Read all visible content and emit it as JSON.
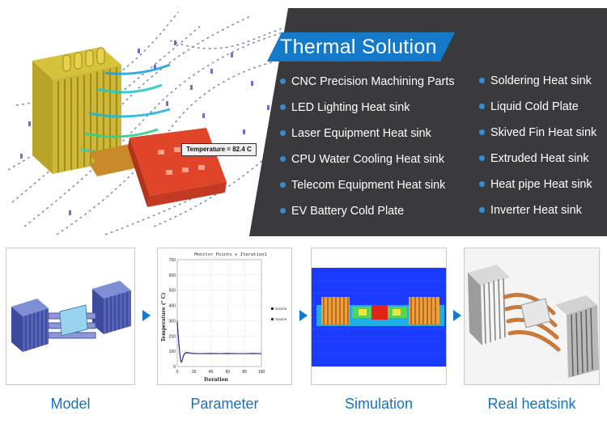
{
  "header": {
    "title": "Thermal Solution"
  },
  "simulation_label": "Temperature = 82.4 C",
  "left_items": [
    "CNC Precision Machining Parts",
    "LED Lighting Heat sink",
    "Laser Equipment Heat sink",
    "CPU Water Cooling Heat sink",
    "Telecom Equipment Heat sink",
    "EV Battery Cold Plate"
  ],
  "right_items": [
    "Soldering Heat sink",
    "Liquid Cold Plate",
    "Skived Fin Heat sink",
    "Extruded Heat sink",
    "Heat pipe Heat sink",
    "Inverter Heat sink"
  ],
  "steps": [
    "Model",
    "Parameter",
    "Simulation",
    "Real heatsink"
  ],
  "chart": {
    "title": "Monitor Points v Iteration1",
    "ylabel": "Temperature (° C)",
    "xlabel": "Iteration",
    "yticks": [
      "700",
      "600",
      "500",
      "400",
      "300",
      "200",
      "100",
      "0"
    ],
    "xticks": [
      "0",
      "20",
      "40",
      "60",
      "80",
      "100"
    ],
    "legend": [
      "Source",
      "Source"
    ]
  },
  "chart_data": {
    "type": "line",
    "title": "Monitor Points v Iteration1",
    "xlabel": "Iteration",
    "ylabel": "Temperature (° C)",
    "xlim": [
      0,
      100
    ],
    "ylim": [
      0,
      700
    ],
    "series": [
      {
        "x": [
          0,
          1,
          2,
          3,
          4,
          5,
          6,
          7,
          8,
          9,
          10,
          12,
          14,
          16,
          20,
          25,
          30,
          40,
          50,
          60,
          70,
          80,
          90,
          100
        ],
        "y": [
          300,
          220,
          150,
          90,
          40,
          30,
          45,
          65,
          78,
          86,
          90,
          92,
          90,
          88,
          86,
          85,
          85,
          86,
          85,
          86,
          85,
          85,
          86,
          85
        ]
      },
      {
        "x": [
          0,
          1,
          2,
          3,
          4,
          5,
          6,
          7,
          8,
          9,
          10,
          12,
          14,
          16,
          20,
          25,
          30,
          40,
          50,
          60,
          70,
          80,
          90,
          100
        ],
        "y": [
          290,
          210,
          140,
          85,
          38,
          28,
          42,
          62,
          76,
          84,
          88,
          90,
          89,
          87,
          85,
          84,
          84,
          85,
          84,
          85,
          84,
          84,
          85,
          84
        ]
      }
    ]
  },
  "colors": {
    "accent": "#1479c8",
    "dark_panel": "#3a3a3c",
    "caption": "#1572bf"
  }
}
